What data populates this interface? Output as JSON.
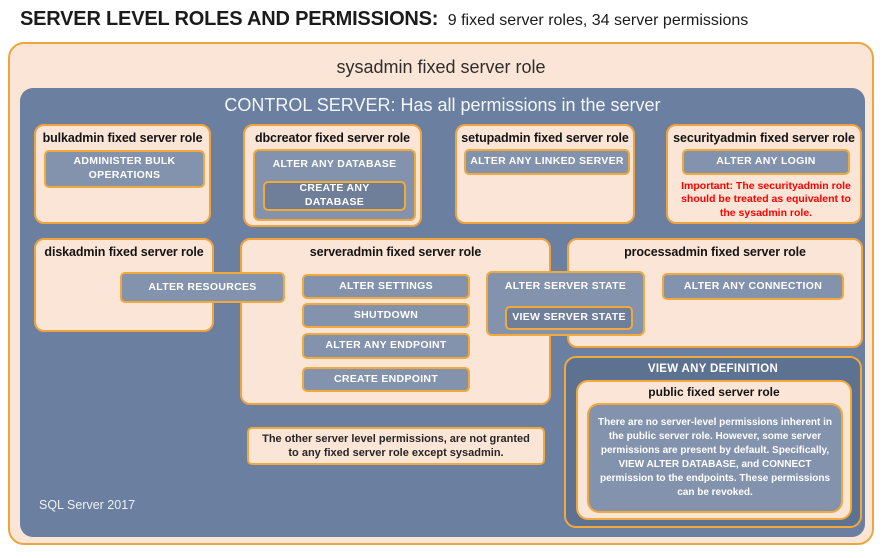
{
  "page": {
    "title_bold": "SERVER LEVEL ROLES AND PERMISSIONS:",
    "title_rest": "9 fixed server roles, 34 server permissions",
    "footer": "SQL Server 2017"
  },
  "colors": {
    "peach": "#FBE5D6",
    "slate": "#6B7FA0",
    "dark_slate": "#5D7191",
    "pill": "#8493AD",
    "pill_dark": "#6F7F99",
    "gold_border": "#F2A93B",
    "warning_red": "#FF0000"
  },
  "sysadmin": {
    "title": "sysadmin fixed server role"
  },
  "control": {
    "title": "CONTROL SERVER: Has all permissions in the server"
  },
  "bulkadmin": {
    "title": "bulkadmin fixed server role",
    "perm": "ADMINISTER BULK OPERATIONS"
  },
  "dbcreator": {
    "title": "dbcreator fixed server role",
    "perm_outer": "ALTER ANY DATABASE",
    "perm_inner": "CREATE ANY DATABASE"
  },
  "setupadmin": {
    "title": "setupadmin fixed server role",
    "perm": "ALTER ANY LINKED SERVER"
  },
  "securityadmin": {
    "title": "securityadmin fixed server role",
    "perm": "ALTER ANY LOGIN",
    "warning": "Important: The securityadmin role should be treated as equivalent to the sysadmin role."
  },
  "diskadmin": {
    "title": "diskadmin fixed server role",
    "perm": "ALTER RESOURCES"
  },
  "serveradmin": {
    "title": "serveradmin fixed server role",
    "perms": [
      "ALTER SETTINGS",
      "SHUTDOWN",
      "ALTER ANY ENDPOINT",
      "CREATE ENDPOINT"
    ]
  },
  "server_state": {
    "perm_outer": "ALTER SERVER STATE",
    "perm_inner": "VIEW SERVER STATE"
  },
  "processadmin": {
    "title": "processadmin fixed server role",
    "perm": "ALTER ANY CONNECTION"
  },
  "other_note": {
    "text": "The other server level permissions, are not granted to any fixed server role except sysadmin."
  },
  "view_any_definition": {
    "title": "VIEW ANY DEFINITION"
  },
  "public_role": {
    "title": "public fixed server role",
    "text": "There are no server-level permissions inherent in the public server role. However, some server permissions are present by default. Specifically, VIEW ALTER DATABASE, and CONNECT permission to the endpoints. These permissions can be revoked."
  }
}
